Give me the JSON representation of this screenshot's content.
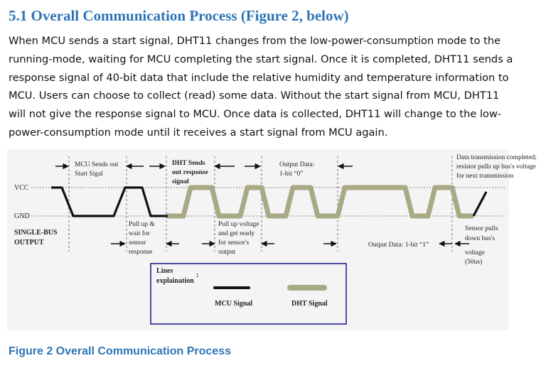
{
  "section_heading": "5.1 Overall Communication Process (Figure 2, below)",
  "paragraph_lines": [
    "When MCU sends a start signal, DHT11 changes from the low-power-consumption mode to the",
    "running-mode, waiting for MCU completing the start signal. Once it is completed, DHT11 sends a",
    "response signal of 40-bit data that include the relative humidity and temperature information to",
    "MCU. Users can choose to collect (read) some data. Without the start signal from MCU, DHT11",
    "will not give the response signal to MCU. Once data is collected, DHT11 will change to the low-",
    "power-consumption mode until it receives a start signal from MCU again."
  ],
  "diagram": {
    "colors": {
      "mcu_signal": "#111111",
      "dht_signal": "#a9a986",
      "legend_border": "#23238a",
      "background": "#f5f5f5"
    },
    "line_labels": {
      "vcc": "VCC",
      "gnd": "GND",
      "single_bus_1": "SINGLE-BUS",
      "single_bus_2": "OUTPUT"
    },
    "top_annotations": {
      "mcu_start_1": "MCU Sends out",
      "mcu_start_2": "Start Sigal",
      "dht_response_1": "DHT Sends",
      "dht_response_2": "out response",
      "dht_response_3": "signal",
      "output_zero_1": "Output Data:",
      "output_zero_2": "1-bit “0”",
      "complete_1": "Data transmission completed;",
      "complete_2": "resistor pulls up bus's voltage",
      "complete_3": "for next transmission"
    },
    "bottom_annotations": {
      "pullup_wait_1": "Pull up &",
      "pullup_wait_2": "wait for",
      "pullup_wait_3": "sensor",
      "pullup_wait_4": "response",
      "pullup_ready_1": "Pull up voltage",
      "pullup_ready_2": "and get ready",
      "pullup_ready_3": "for sensor's",
      "pullup_ready_4": "output",
      "output_one": "Output Data: 1-bit “1”",
      "sensor_pulls_1": "Sensor pulls",
      "sensor_pulls_2": "down bus's",
      "sensor_pulls_3": "voltage",
      "sensor_pulls_4": "(50us)"
    },
    "legend": {
      "title_1": "Lines",
      "title_2": "explaination",
      "colon": ":",
      "mcu_label": "MCU Signal",
      "dht_label": "DHT Signal"
    }
  },
  "figure_caption": "Figure 2 Overall Communication Process"
}
